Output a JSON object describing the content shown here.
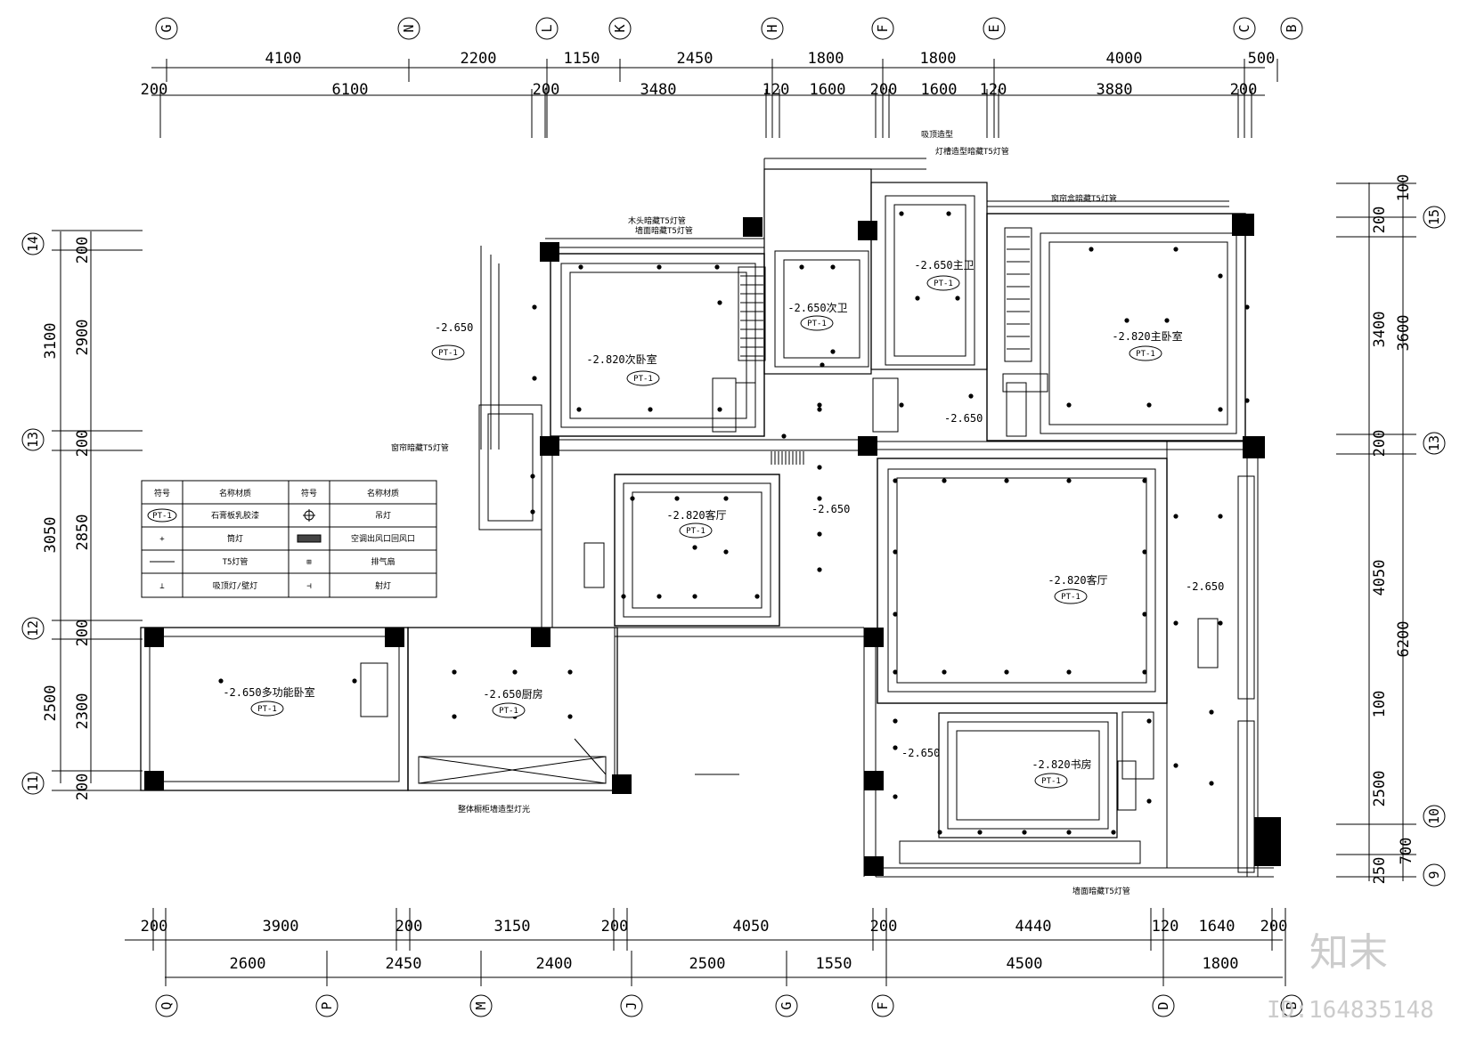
{
  "dims": {
    "top1": [
      "4100",
      "2200",
      "1150",
      "2450",
      "1800",
      "1800",
      "4000",
      "500"
    ],
    "top2": [
      "200",
      "6100",
      "200",
      "3480",
      "120",
      "1600",
      "200",
      "1600",
      "120",
      "3880",
      "200"
    ],
    "bottom1": [
      "200",
      "3900",
      "200",
      "3150",
      "200",
      "4050",
      "200",
      "4440",
      "120",
      "1640",
      "200"
    ],
    "bottom2": [
      "2600",
      "2450",
      "2400",
      "2500",
      "1550",
      "4500",
      "1800"
    ],
    "left1": [
      "200",
      "2900",
      "200",
      "2850",
      "200",
      "2300",
      "200"
    ],
    "left2": [
      "3100",
      "3050",
      "2500"
    ],
    "right1": [
      "100",
      "200",
      "3400",
      "200",
      "4050",
      "100",
      "2500",
      "700",
      "250"
    ],
    "right2": [
      "3600",
      "6200"
    ]
  },
  "axes": {
    "top": [
      "G",
      "N",
      "L",
      "K",
      "H",
      "F",
      "E",
      "C",
      "B"
    ],
    "bottom": [
      "Q",
      "P",
      "M",
      "J",
      "G",
      "F",
      "D",
      "B"
    ],
    "left": [
      "14",
      "13",
      "12",
      "11"
    ],
    "right": [
      "15",
      "13",
      "10",
      "9"
    ]
  },
  "rooms": {
    "bedroom2": "-2.820次卧室",
    "bath2": "-2.650次卫",
    "bath1": "-2.650主卫",
    "master": "-2.820主卧室",
    "dining": "-2.820客厅",
    "living": "-2.820客厅",
    "multi": "-2.650多功能卧室",
    "kitchen": "-2.650厨房",
    "study": "-2.820书房"
  },
  "levels": {
    "l1": "-2.650",
    "l2": "-2.650",
    "l3": "-2.650",
    "l4": "-2.650",
    "l5": "-2.650"
  },
  "tag": "PT-1",
  "legend": {
    "h_code": "符号",
    "h_name": "名称材质",
    "rows": [
      {
        "c1": "PT-1",
        "n1": "石膏板乳胶漆",
        "n2": "吊灯"
      },
      {
        "c1": "+",
        "n1": "筒灯",
        "n2": "空调出风口回风口"
      },
      {
        "c1": "—",
        "n1": "T5灯管",
        "n2": "排气扇"
      },
      {
        "c1": "⊥",
        "n1": "吸顶灯/壁灯",
        "n2": "射灯"
      }
    ]
  },
  "notes": {
    "n1": "吸顶造型",
    "n2": "灯槽造型暗藏T5灯管",
    "n3": "窗帘盒暗藏T5灯管",
    "n4": "木头暗藏T5灯管",
    "n5": "墙面暗藏T5灯管",
    "n6": "窗帘暗藏T5灯管",
    "n7": "整体橱柜墙造型灯光",
    "n8": "墙面暗藏T5灯管",
    "n9": "窗帘暗藏T5灯管"
  },
  "watermark": {
    "brand": "知末",
    "id": "ID:164835148"
  }
}
